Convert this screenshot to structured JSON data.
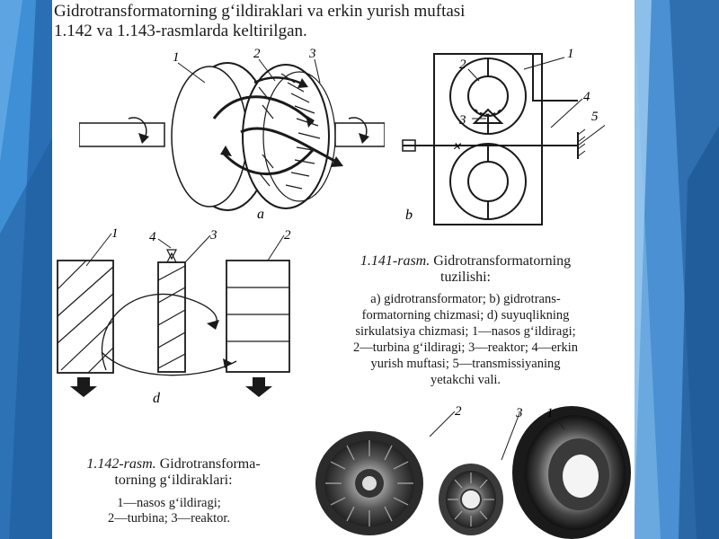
{
  "intro": {
    "line1": "Gidrotransformatorning g‘ildiraklari va erkin yurish muftasi",
    "line2": "1.142 va 1.143-rasmlarda keltirilgan."
  },
  "figure_141": {
    "caption_num": "1.141-rasm.",
    "caption_title_a": " Gidrotransformatorning",
    "caption_title_b": "tuzilishi:",
    "desc": [
      "a) gidrotransformator; b) gidrotrans-",
      "formatorning chizmasi; d) suyuqlikning",
      "sirkulatsiya chizmasi;  1—nasos g‘ildiragi;",
      "2—turbina g‘ildiragi; 3—reaktor; 4—erkin",
      "yurish muftasi; 5—transmissiyaning",
      "yetakchi vali."
    ],
    "labels_a": [
      "1",
      "2",
      "3",
      "a"
    ],
    "labels_b": [
      "1",
      "2",
      "3",
      "4",
      "5",
      "b"
    ],
    "labels_d": [
      "1",
      "4",
      "3",
      "2",
      "d"
    ]
  },
  "figure_142": {
    "caption_num": "1.142-rasm.",
    "caption_title_a": " Gidrotransforma-",
    "caption_title_b": "torning g‘ildiraklari:",
    "desc": [
      "1—nasos g‘ildiragi;",
      "2—turbina; 3—reaktor."
    ],
    "labels": [
      "2",
      "3",
      "1"
    ]
  },
  "colors": {
    "slide_blue_dark": "#1f5fa0",
    "slide_blue_light": "#3d8fd4",
    "ink": "#1a1a1a"
  }
}
